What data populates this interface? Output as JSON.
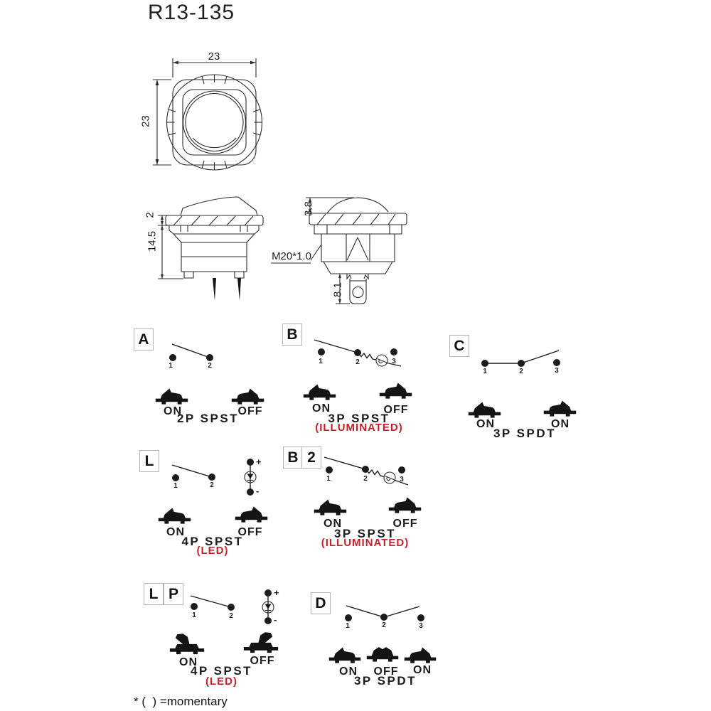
{
  "title": "R13-135",
  "colors": {
    "ink": "#1c1c1c",
    "red": "#c5222b"
  },
  "dimensions": {
    "top_width": "23",
    "top_height": "23",
    "flange_thickness": "2",
    "body_height": "14.5",
    "rocker_height": "3.8",
    "thread": "M20*1.0",
    "terminal_length": "8.1"
  },
  "panels": [
    {
      "letters": [
        "A"
      ],
      "terminals": [
        "1",
        "2"
      ],
      "positions": [
        "ON",
        "OFF"
      ],
      "type_label": "2P SPST",
      "note": ""
    },
    {
      "letters": [
        "B"
      ],
      "terminals": [
        "1",
        "2",
        "3"
      ],
      "positions": [
        "ON",
        "OFF"
      ],
      "type_label": "3P SPST",
      "note": "(ILLUMINATED)"
    },
    {
      "letters": [
        "C"
      ],
      "terminals": [
        "1",
        "2",
        "3"
      ],
      "positions": [
        "ON",
        "ON"
      ],
      "type_label": "3P SPDT",
      "note": ""
    },
    {
      "letters": [
        "L"
      ],
      "terminals": [
        "1",
        "2"
      ],
      "positions": [
        "ON",
        "OFF"
      ],
      "type_label": "4P SPST",
      "note": "(LED)",
      "led_plus": "+",
      "led_minus": "-"
    },
    {
      "letters": [
        "B",
        "2"
      ],
      "terminals": [
        "1",
        "2",
        "3"
      ],
      "positions": [
        "ON",
        "OFF"
      ],
      "type_label": "3P SPST",
      "note": "(ILLUMINATED)"
    },
    {
      "letters": [
        "L",
        "P"
      ],
      "terminals": [
        "1",
        "2"
      ],
      "positions": [
        "ON",
        "OFF"
      ],
      "type_label": "4P SPST",
      "note": "(LED)",
      "led_plus": "+",
      "led_minus": "-"
    },
    {
      "letters": [
        "D"
      ],
      "terminals": [
        "1",
        "2",
        "3"
      ],
      "positions": [
        "ON",
        "OFF",
        "ON"
      ],
      "type_label": "3P SPDT",
      "note": ""
    }
  ],
  "footnote": "* (  ) =momentary"
}
